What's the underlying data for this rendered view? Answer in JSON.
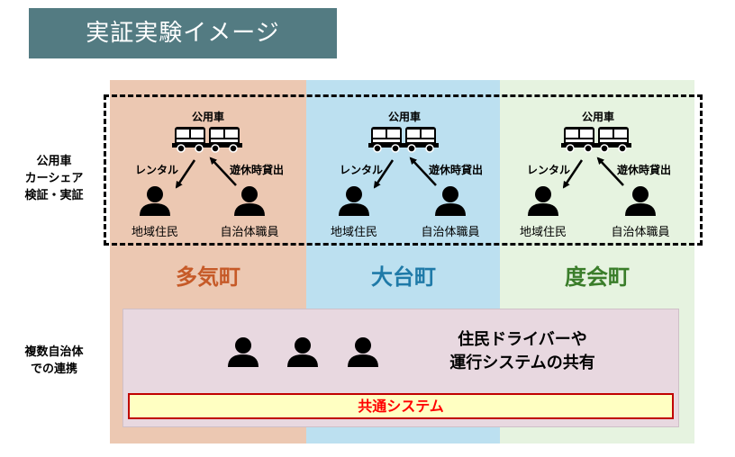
{
  "title": "実証実験イメージ",
  "side_labels": {
    "carshare": [
      "公用車",
      "カーシェア",
      "検証・実証"
    ],
    "coop": [
      "複数自治体",
      "での連携"
    ]
  },
  "panels": [
    {
      "vehicle": "公用車",
      "rental": "レンタル",
      "lending": "遊休時貸出",
      "resident": "地域住民",
      "staff": "自治体職員",
      "town": "多気町"
    },
    {
      "vehicle": "公用車",
      "rental": "レンタル",
      "lending": "遊休時貸出",
      "resident": "地域住民",
      "staff": "自治体職員",
      "town": "大台町"
    },
    {
      "vehicle": "公用車",
      "rental": "レンタル",
      "lending": "遊休時貸出",
      "resident": "地域住民",
      "staff": "自治体職員",
      "town": "度会町"
    }
  ],
  "coop": {
    "line1": "住民ドライバーや",
    "line2": "運行システムの共有",
    "common_system": "共通システム"
  },
  "colors": {
    "title_bg": "#537b82",
    "col1": "#ecc8b2",
    "col2": "#bce0f0",
    "col3": "#e6f3e0",
    "town1": "#c65a28",
    "town2": "#1f7aa8",
    "town3": "#3a7d2a",
    "coop_bg": "#e8d8e0",
    "common_bg": "#ffffc2",
    "common_border": "#c00000",
    "common_text": "#ff0000"
  },
  "icons": [
    "truck-icon",
    "person-icon",
    "arrow-icon"
  ]
}
